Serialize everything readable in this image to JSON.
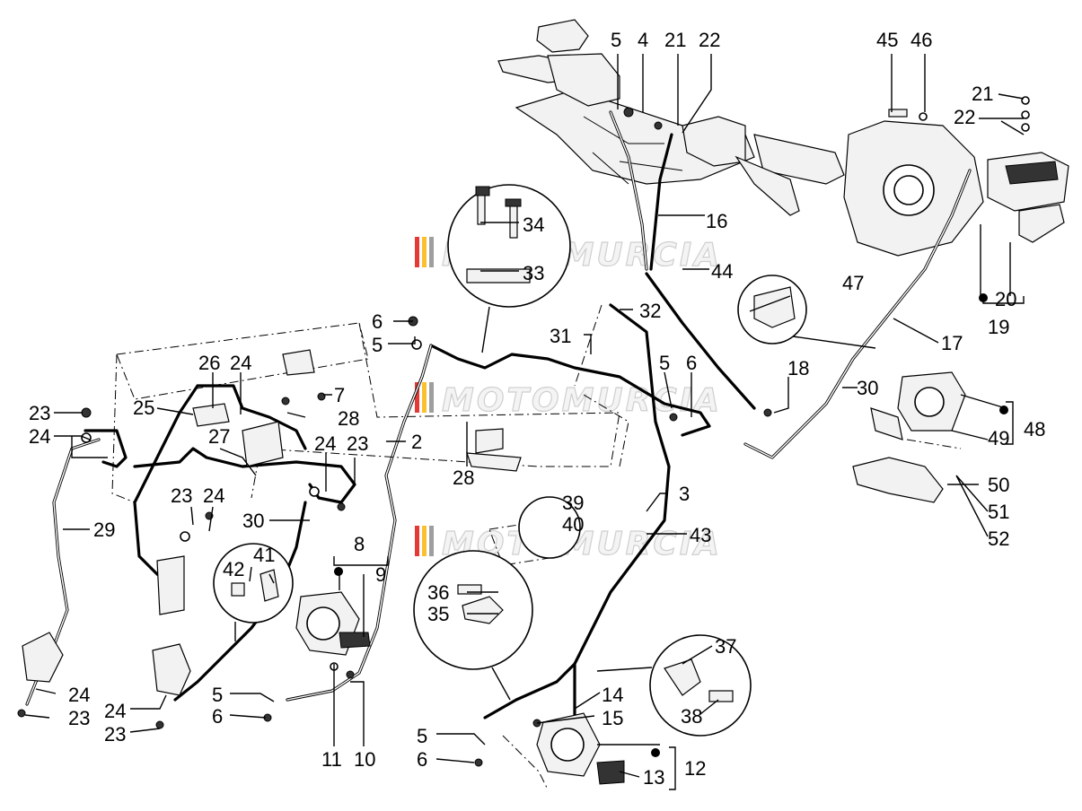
{
  "watermark": {
    "text": "MOTOMURCIA",
    "stripe_colors": [
      "#e53935",
      "#fbc02d",
      "#9e9e9e"
    ]
  },
  "labels": [
    {
      "id": "l5a",
      "text": "5"
    },
    {
      "id": "l4a",
      "text": "4"
    },
    {
      "id": "l21a",
      "text": "21"
    },
    {
      "id": "l22a",
      "text": "22"
    },
    {
      "id": "l45",
      "text": "45"
    },
    {
      "id": "l46",
      "text": "46"
    },
    {
      "id": "l21b",
      "text": "21"
    },
    {
      "id": "l22b",
      "text": "22"
    },
    {
      "id": "l34",
      "text": "34"
    },
    {
      "id": "l33",
      "text": "33"
    },
    {
      "id": "l16",
      "text": "16"
    },
    {
      "id": "l44",
      "text": "44"
    },
    {
      "id": "l47",
      "text": "47"
    },
    {
      "id": "l20",
      "text": "20"
    },
    {
      "id": "l19",
      "text": "19"
    },
    {
      "id": "l17",
      "text": "17"
    },
    {
      "id": "l6a",
      "text": "6"
    },
    {
      "id": "l5b",
      "text": "5"
    },
    {
      "id": "l32",
      "text": "32"
    },
    {
      "id": "l31",
      "text": "31"
    },
    {
      "id": "l18",
      "text": "18"
    },
    {
      "id": "l30a",
      "text": "30"
    },
    {
      "id": "l48",
      "text": "48"
    },
    {
      "id": "l49",
      "text": "49"
    },
    {
      "id": "l26",
      "text": "26"
    },
    {
      "id": "l24a",
      "text": "24"
    },
    {
      "id": "l7",
      "text": "7"
    },
    {
      "id": "l28a",
      "text": "28"
    },
    {
      "id": "l25",
      "text": "25"
    },
    {
      "id": "l23a",
      "text": "23"
    },
    {
      "id": "l24b",
      "text": "24"
    },
    {
      "id": "l27",
      "text": "27"
    },
    {
      "id": "l24c",
      "text": "24"
    },
    {
      "id": "l23b",
      "text": "23"
    },
    {
      "id": "l2",
      "text": "2"
    },
    {
      "id": "l28b",
      "text": "28"
    },
    {
      "id": "l5c",
      "text": "5"
    },
    {
      "id": "l6b",
      "text": "6"
    },
    {
      "id": "l3",
      "text": "3"
    },
    {
      "id": "l50",
      "text": "50"
    },
    {
      "id": "l51",
      "text": "51"
    },
    {
      "id": "l52",
      "text": "52"
    },
    {
      "id": "l29",
      "text": "29"
    },
    {
      "id": "l23c",
      "text": "23"
    },
    {
      "id": "l24d",
      "text": "24"
    },
    {
      "id": "l30b",
      "text": "30"
    },
    {
      "id": "l8",
      "text": "8"
    },
    {
      "id": "l9",
      "text": "9"
    },
    {
      "id": "l39",
      "text": "39"
    },
    {
      "id": "l40",
      "text": "40"
    },
    {
      "id": "l43",
      "text": "43"
    },
    {
      "id": "l42",
      "text": "42"
    },
    {
      "id": "l41",
      "text": "41"
    },
    {
      "id": "l36",
      "text": "36"
    },
    {
      "id": "l35",
      "text": "35"
    },
    {
      "id": "l37",
      "text": "37"
    },
    {
      "id": "l24e",
      "text": "24"
    },
    {
      "id": "l23d",
      "text": "23"
    },
    {
      "id": "l5d",
      "text": "5"
    },
    {
      "id": "l6c",
      "text": "6"
    },
    {
      "id": "l24f",
      "text": "24"
    },
    {
      "id": "l23e",
      "text": "23"
    },
    {
      "id": "l11",
      "text": "11"
    },
    {
      "id": "l10",
      "text": "10"
    },
    {
      "id": "l14",
      "text": "14"
    },
    {
      "id": "l15",
      "text": "15"
    },
    {
      "id": "l38",
      "text": "38"
    },
    {
      "id": "l5e",
      "text": "5"
    },
    {
      "id": "l6d",
      "text": "6"
    },
    {
      "id": "l12",
      "text": "12"
    },
    {
      "id": "l13",
      "text": "13"
    }
  ]
}
